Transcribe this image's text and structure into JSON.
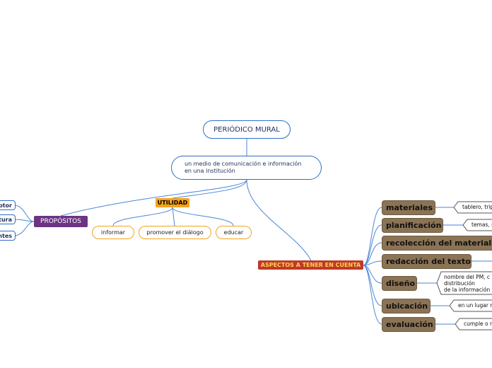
{
  "root": {
    "label": "PERIÓDICO MURAL"
  },
  "description": {
    "line1": "un medio de comunicación e información",
    "line2": "en una institución"
  },
  "utilidad": {
    "label": "UTILIDAD",
    "children": [
      "informar",
      "promover el diálogo",
      "educar"
    ]
  },
  "propositos": {
    "label": "PROPÓSITOS",
    "children": [
      "eptor",
      "ctura",
      "ontes"
    ]
  },
  "aspectos": {
    "label": "ASPECTOS A TENER EN CUENTA",
    "items": [
      {
        "label": "materiales",
        "detail": "tablero, trip"
      },
      {
        "label": "planificación",
        "detail": "temas, r"
      },
      {
        "label": "recolección del material",
        "detail": ""
      },
      {
        "label": "redacción del texto",
        "detail": ""
      },
      {
        "label": "diseño",
        "detail_lines": [
          "nombre del PM, c",
          "distribución",
          "de la información"
        ]
      },
      {
        "label": "ubicación",
        "detail": "en un lugar r"
      },
      {
        "label": "evaluación",
        "detail": "cumple o n"
      }
    ]
  },
  "colors": {
    "blue_line": "#2f6fc6",
    "orange": "#f5a21c",
    "red": "#c0392b",
    "purple": "#6c3483",
    "brown": "#8b7355"
  }
}
